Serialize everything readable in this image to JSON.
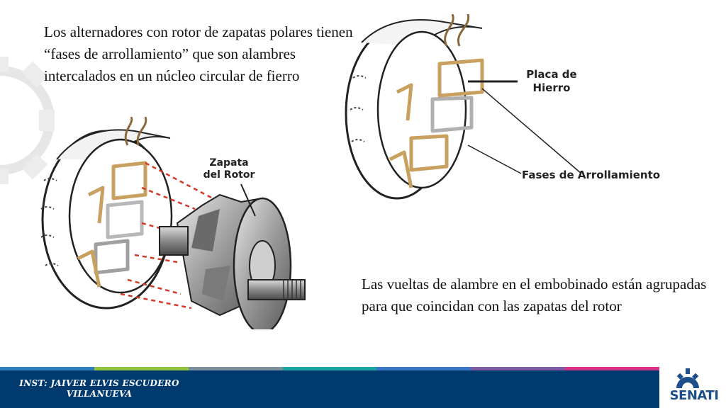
{
  "slide": {
    "paragraph_top": "Los alternadores con rotor de zapatas polares tienen “fases de arrollamiento” que son alambres intercalados en un núcleo circular de fierro",
    "paragraph_bottom": "Las vueltas de alambre en el embobinado están agrupadas para que coincidan con las zapatas del rotor"
  },
  "diagram_labels": {
    "zapata_line1": "Zapata",
    "zapata_line2": "del Rotor",
    "placa_line1": "Placa de",
    "placa_line2": "Hierro",
    "fases": "Fases de Arrollamiento"
  },
  "footer": {
    "instructor_line1": "INST: JAIVER ELVIS ESCUDERO",
    "instructor_line2": "VILLANUEVA",
    "logo_text": "SENATI",
    "stripe_colors": [
      "#2f7fc1",
      "#8fc43c",
      "#7b8f9c",
      "#1aa6a0",
      "#3a78c9",
      "#7c5aa6",
      "#d8348a"
    ],
    "bar_color": "#003a6e"
  }
}
